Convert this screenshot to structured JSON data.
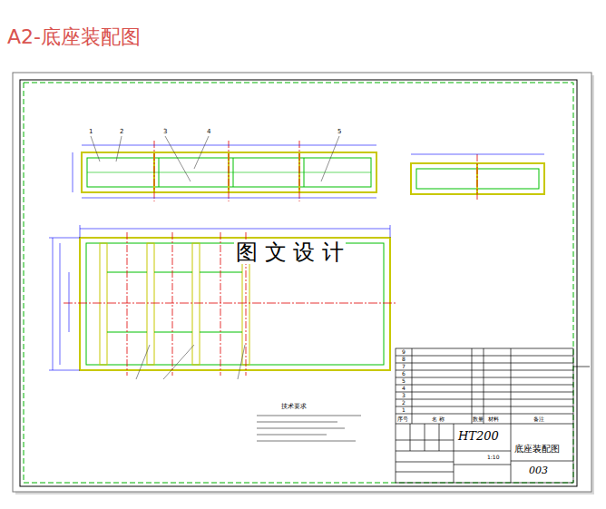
{
  "diagram": {
    "title": "A2-底座装配图",
    "labels": [
      "图 文 设 计",
      "技术要求",
      "序号",
      "名 称",
      "数量",
      "材料",
      "备注",
      "HT200",
      "底座装配图",
      "003",
      "1:10",
      "9",
      "8",
      "7",
      "6",
      "5",
      "4",
      "3",
      "2",
      "1",
      "1",
      "2",
      "3",
      "4",
      "5"
    ]
  }
}
